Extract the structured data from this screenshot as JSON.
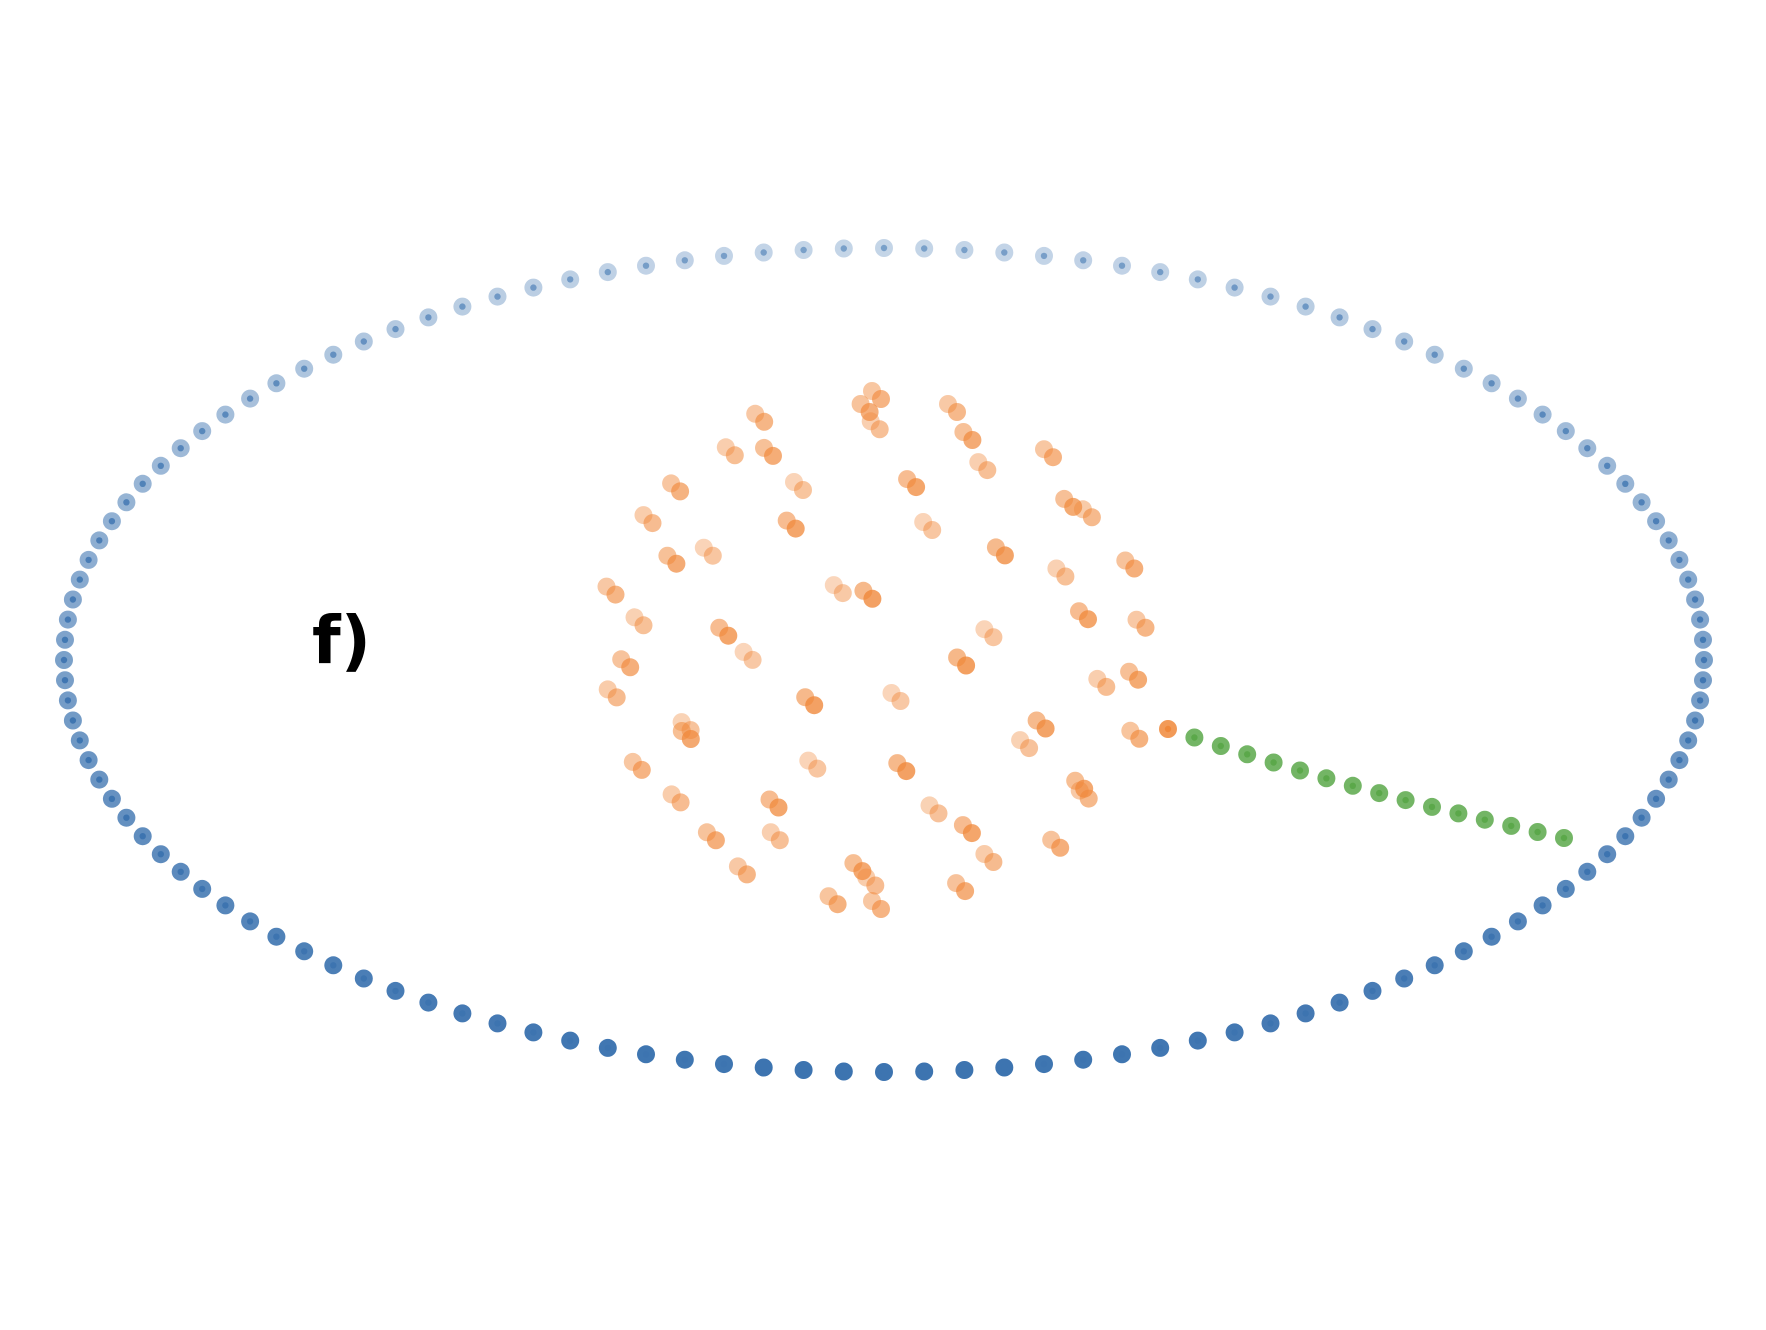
{
  "panel_label": "f)",
  "colors": {
    "ellipse": "#3d74b0",
    "cluster": "#f0883a",
    "connector": "#5ba84a",
    "background": "#ffffff"
  },
  "diagram": {
    "ellipse_points": 128,
    "cluster_points": 126,
    "connector_points": 16
  }
}
